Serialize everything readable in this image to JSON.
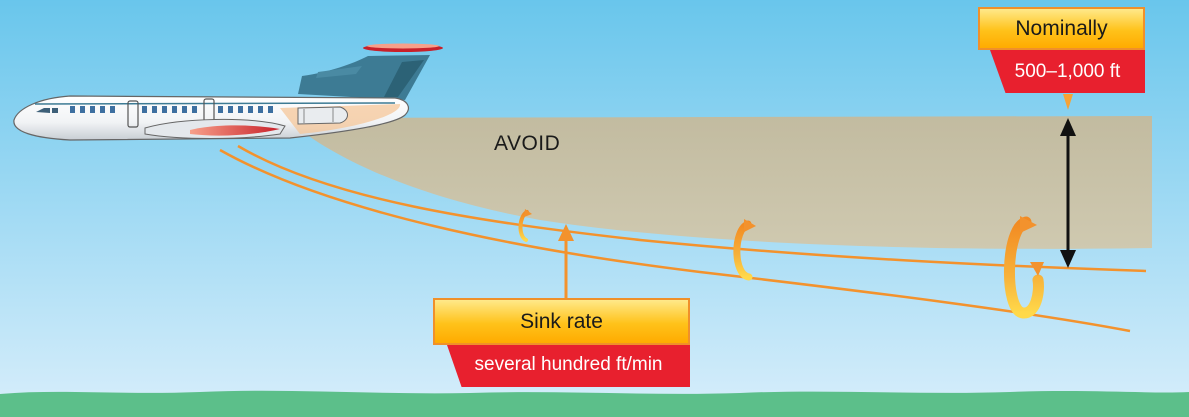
{
  "labels": {
    "avoid": "AVOID",
    "nominal_title": "Nominally",
    "nominal_value": "500–1,000 ft",
    "sink_title": "Sink rate",
    "sink_value": "several hundred ft/min"
  },
  "colors": {
    "sky_top": "#69c6ec",
    "sky_bottom": "#d8eefb",
    "ground": "#5cbf8a",
    "avoid_zone": "#c6bfa4",
    "vortex_orange": "#f3922d",
    "callout_red": "#e8202e",
    "callout_gold": "#ffc21a",
    "tail_teal": "#3d7b94"
  },
  "icons": [
    "airplane",
    "wake-vortex",
    "sink-arrow",
    "altitude-double-arrow"
  ]
}
